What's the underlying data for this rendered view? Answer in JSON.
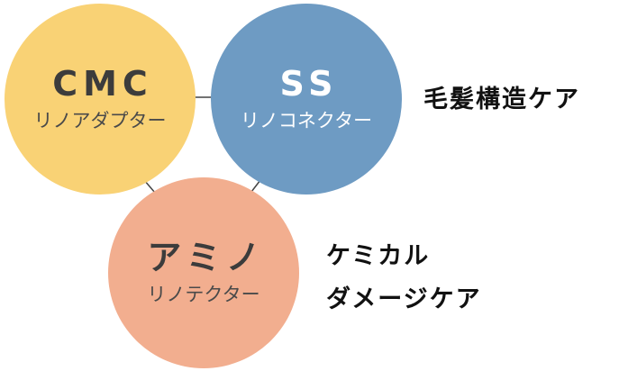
{
  "circles": {
    "cmc": {
      "title": "CMC",
      "subtitle": "リノアダプター",
      "color": "#f9d275"
    },
    "ss": {
      "title": "SS",
      "subtitle": "リノコネクター",
      "color": "#6e9bc3"
    },
    "amino": {
      "title": "アミノ",
      "subtitle": "リノテクター",
      "color": "#f2ae8f"
    }
  },
  "labels": {
    "hair_structure_care": "毛髪構造ケア",
    "chemical_damage_care_line1": "ケミカル",
    "chemical_damage_care_line2": "ダメージケア"
  }
}
